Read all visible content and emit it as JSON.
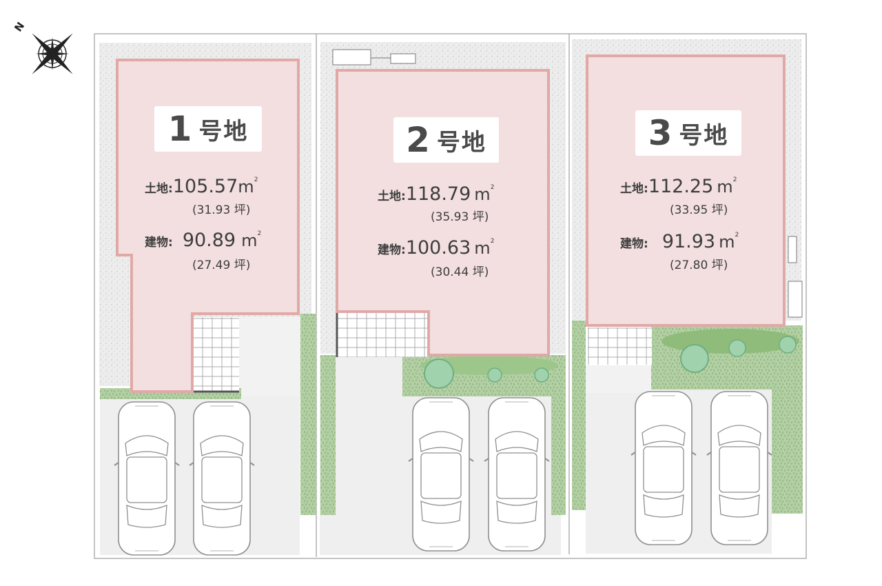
{
  "compass": {
    "north_label": "N",
    "icon": "compass-rose-icon"
  },
  "colors": {
    "lot_fill": "#f3dfe0",
    "lot_border": "#e0a9a6",
    "gravel": "#ececec",
    "lawn": "#a9c99a",
    "tree": "#8cc49a",
    "paving": "#eeeeee",
    "text": "#3d3d3d"
  },
  "lots": [
    {
      "number": "1",
      "suffix": "号地",
      "land_caption": "土地:",
      "land_value": "105.57",
      "land_unit": "m",
      "land_sup": "2",
      "land_tsubo": "(31.93 坪)",
      "building_caption": "建物:",
      "building_value": "90.89",
      "building_unit": "m",
      "building_sup": "2",
      "building_tsubo": "(27.49 坪)"
    },
    {
      "number": "2",
      "suffix": "号地",
      "land_caption": "土地:",
      "land_value": "118.79",
      "land_unit": "m",
      "land_sup": "2",
      "land_tsubo": "(35.93 坪)",
      "building_caption": "建物:",
      "building_value": "100.63",
      "building_unit": "m",
      "building_sup": "2",
      "building_tsubo": "(30.44 坪)"
    },
    {
      "number": "3",
      "suffix": "号地",
      "land_caption": "土地:",
      "land_value": "112.25",
      "land_unit": "m",
      "land_sup": "2",
      "land_tsubo": "(33.95 坪)",
      "building_caption": "建物:",
      "building_value": "91.93",
      "building_unit": "m",
      "building_sup": "2",
      "building_tsubo": "(27.80 坪)"
    }
  ]
}
